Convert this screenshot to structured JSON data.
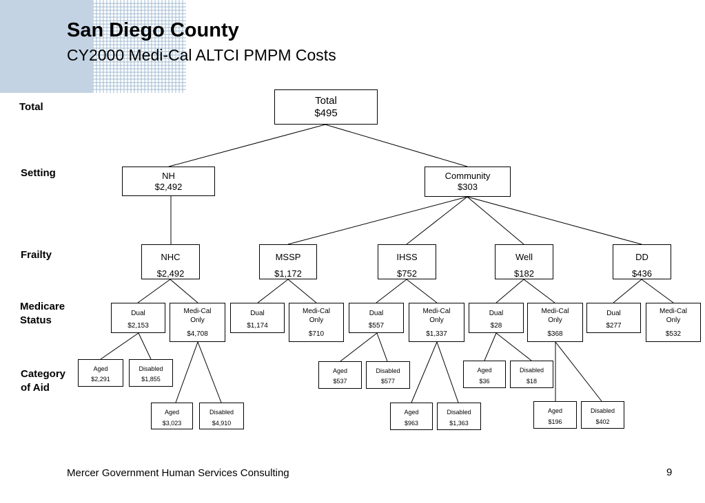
{
  "title": "San Diego County",
  "subtitle": "CY2000 Medi-Cal ALTCI PMPM Costs",
  "row_labels": {
    "total": "Total",
    "setting": "Setting",
    "frailty": "Frailty",
    "medicare_1": "Medicare",
    "medicare_2": "Status",
    "category_1": "Category",
    "category_2": "of Aid"
  },
  "tree": {
    "total": {
      "label": "Total",
      "value": "$495"
    },
    "nh": {
      "label": "NH",
      "value": "$2,492"
    },
    "community": {
      "label": "Community",
      "value": "$303"
    },
    "nhc": {
      "label": "NHC",
      "value": "$2,492"
    },
    "mssp": {
      "label": "MSSP",
      "value": "$1,172"
    },
    "ihss": {
      "label": "IHSS",
      "value": "$752"
    },
    "well": {
      "label": "Well",
      "value": "$182"
    },
    "dd": {
      "label": "DD",
      "value": "$436"
    },
    "nhc_dual": {
      "label": "Dual",
      "value": "$2,153"
    },
    "nhc_medi": {
      "label": "Medi-Cal Only",
      "value": "$4,708"
    },
    "mssp_dual": {
      "label": "Dual",
      "value": "$1,174"
    },
    "mssp_medi": {
      "label": "Medi-Cal Only",
      "value": "$710"
    },
    "ihss_dual": {
      "label": "Dual",
      "value": "$557"
    },
    "ihss_medi": {
      "label": "Medi-Cal Only",
      "value": "$1,337"
    },
    "well_dual": {
      "label": "Dual",
      "value": "$28"
    },
    "well_medi": {
      "label": "Medi-Cal Only",
      "value": "$368"
    },
    "dd_dual": {
      "label": "Dual",
      "value": "$277"
    },
    "dd_medi": {
      "label": "Medi-Cal Only",
      "value": "$532"
    },
    "nhc_dual_aged": {
      "label": "Aged",
      "value": "$2,291"
    },
    "nhc_dual_disabled": {
      "label": "Disabled",
      "value": "$1,855"
    },
    "nhc_medi_aged": {
      "label": "Aged",
      "value": "$3,023"
    },
    "nhc_medi_disabled": {
      "label": "Disabled",
      "value": "$4,910"
    },
    "ihss_dual_aged": {
      "label": "Aged",
      "value": "$537"
    },
    "ihss_dual_disabled": {
      "label": "Disabled",
      "value": "$577"
    },
    "ihss_medi_aged": {
      "label": "Aged",
      "value": "$963"
    },
    "ihss_medi_disabled": {
      "label": "Disabled",
      "value": "$1,363"
    },
    "well_dual_aged": {
      "label": "Aged",
      "value": "$36"
    },
    "well_dual_disabled": {
      "label": "Disabled",
      "value": "$18"
    },
    "well_medi_aged": {
      "label": "Aged",
      "value": "$196"
    },
    "well_medi_disabled": {
      "label": "Disabled",
      "value": "$402"
    }
  },
  "footer": "Mercer Government Human Services Consulting",
  "page_number": "9",
  "colors": {
    "accent_block": "#c3d3e3",
    "grid_line": "#9fb8d0"
  }
}
